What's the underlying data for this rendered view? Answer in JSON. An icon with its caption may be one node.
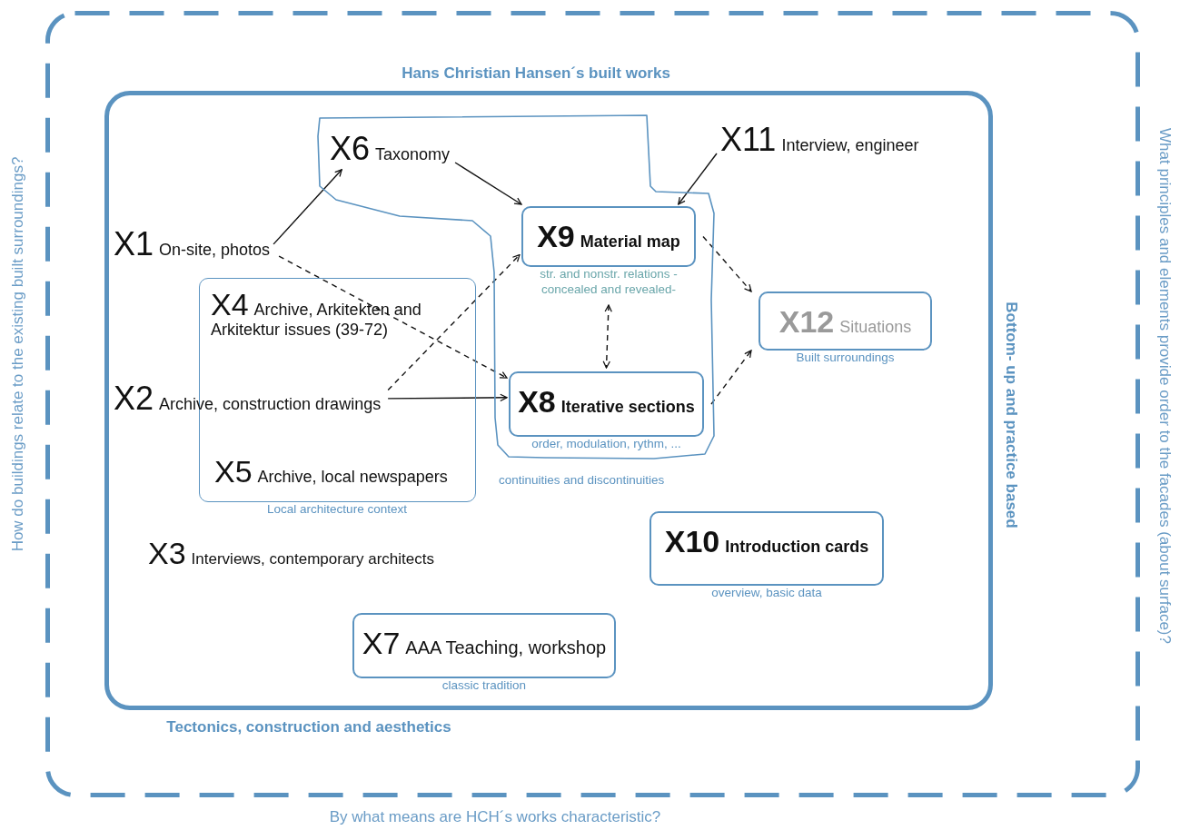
{
  "diagram": {
    "nodes": [
      {
        "text": [
          "How do buildings relate to the existing built surroundings?",
          "What principles and elements provide order to the facades (about surface)?",
          "By what means are HCH´s works characteristic?"
        ]
      },
      {
        "text": [
          "Hans Christian Hansen´s built works",
          "Bottom- up and practice based",
          "Tectonics, construction and aesthetics"
        ],
        "in": 0
      },
      {
        "text": [],
        "shape": "cloud",
        "beside": [
          "continuities and discontinuities"
        ],
        "in": 1
      },
      {
        "text": [
          "X6",
          "Taxonomy"
        ],
        "in": 2
      },
      {
        "text": [
          "X11",
          "Interview, engineer"
        ],
        "in": 1
      },
      {
        "text": [
          "X9",
          "Material map"
        ],
        "beside": [
          "str. and nonstr. relations -concealed and revealed-"
        ],
        "in": 2
      },
      {
        "text": [
          "X1",
          "On-site, photos"
        ],
        "in": 1
      },
      {
        "text": [],
        "shape": "box",
        "beside": [
          "Local architecture context"
        ],
        "in": 1
      },
      {
        "text": [
          "X4",
          "Archive, Arkitekten and Arkitektur issues (39-72)"
        ],
        "in": 7
      },
      {
        "text": [
          "X12",
          "Situations"
        ],
        "beside": [
          "Built surroundings"
        ],
        "in": 1
      },
      {
        "text": [
          "X2",
          "Archive, construction drawings"
        ],
        "in": 1
      },
      {
        "text": [
          "X8",
          "Iterative sections"
        ],
        "beside": [
          "order, modulation, rythm, ..."
        ],
        "in": 2
      },
      {
        "text": [
          "X5",
          "Archive, local newspapers"
        ],
        "in": 7
      },
      {
        "text": [
          "X3",
          "Interviews, contemporary architects"
        ],
        "in": 1
      },
      {
        "text": [
          "X10",
          "Introduction cards"
        ],
        "beside": [
          "overview, basic data"
        ],
        "in": 1
      },
      {
        "text": [
          "X7",
          "AAA Teaching, workshop"
        ],
        "beside": [
          "classic tradition"
        ],
        "in": 1
      }
    ],
    "edges": [
      {
        "from": 6,
        "to": 3,
        "arrow": "to"
      },
      {
        "from": 3,
        "to": 5,
        "arrow": "to"
      },
      {
        "from": 4,
        "to": 5,
        "arrow": "to"
      },
      {
        "from": 6,
        "to": 11,
        "arrow": "to",
        "style": "dashed"
      },
      {
        "from": 10,
        "to": 5,
        "arrow": "to",
        "style": "dashed"
      },
      {
        "from": 10,
        "to": 11,
        "arrow": "to"
      },
      {
        "from": 5,
        "to": 11,
        "arrow": "both",
        "style": "dashed"
      },
      {
        "from": 5,
        "to": 9,
        "arrow": "to",
        "style": "dashed"
      },
      {
        "from": 11,
        "to": 9,
        "arrow": "to",
        "style": "dashed"
      }
    ]
  }
}
